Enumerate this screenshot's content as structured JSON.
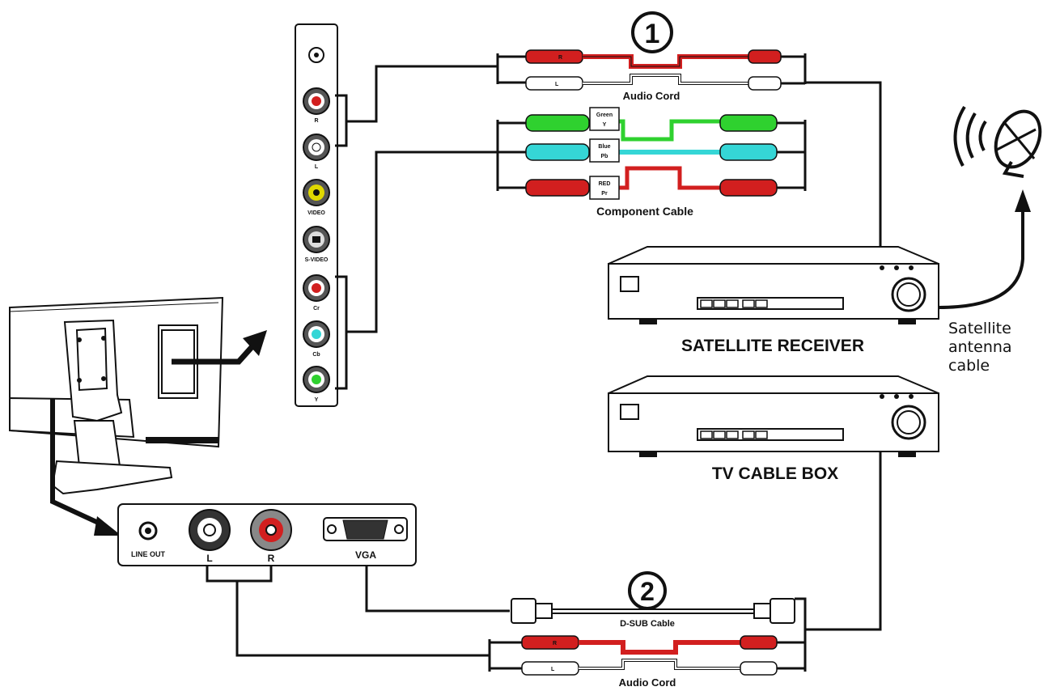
{
  "labels": {
    "step1": "1",
    "step2": "2",
    "audio_cord_top": "Audio Cord",
    "audio_cord_bottom": "Audio Cord",
    "component_cable": "Component Cable",
    "dsub_cable": "D-SUB  Cable",
    "satellite_receiver": "SATELLITE RECEIVER",
    "tv_cable_box": "TV CABLE BOX",
    "antenna_cable_line1": "Satellite",
    "antenna_cable_line2": "antenna",
    "antenna_cable_line3": "cable"
  },
  "component_tags": {
    "green_line1": "Green",
    "green_line2": "Y",
    "blue_line1": "Blue",
    "blue_line2": "Pb",
    "red_line1": "RED",
    "red_line2": "Pr"
  },
  "plug_letters": {
    "r": "R",
    "l": "L"
  },
  "panel_ports": {
    "r": "R",
    "l": "L",
    "video": "VIDEO",
    "svideo": "S-VIDEO",
    "cr": "Cr",
    "cb": "Cb",
    "y": "Y"
  },
  "bottom_ports": {
    "line_out": "LINE OUT",
    "l": "L",
    "r": "R",
    "vga": "VGA"
  },
  "colors": {
    "red": "#d21f1f",
    "green": "#2fd12f",
    "cyan": "#35d6d6",
    "yellow": "#e0d800",
    "gray": "#c9c9c9",
    "ink": "#111111"
  }
}
